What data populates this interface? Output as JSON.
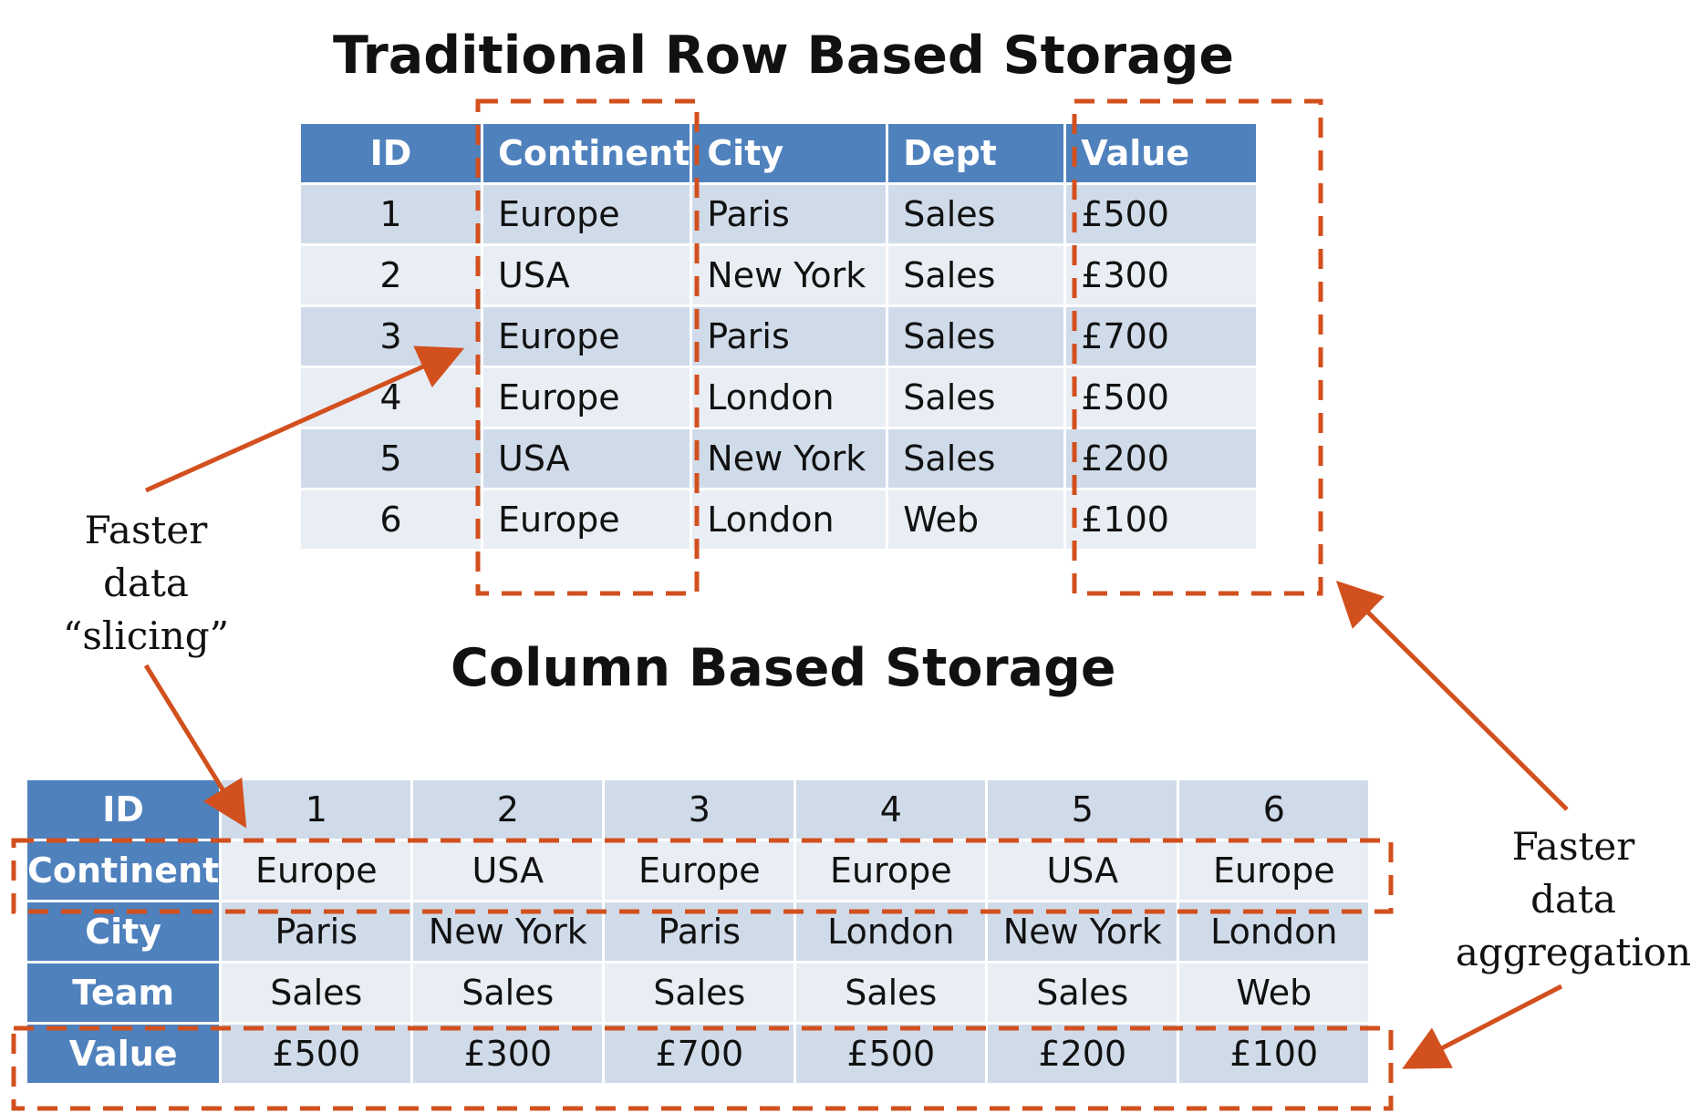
{
  "row_storage": {
    "title": "Traditional Row Based Storage",
    "headers": [
      "ID",
      "Continent",
      "City",
      "Dept",
      "Value"
    ],
    "rows": [
      [
        "1",
        "Europe",
        "Paris",
        "Sales",
        "£500"
      ],
      [
        "2",
        "USA",
        "New York",
        "Sales",
        "£300"
      ],
      [
        "3",
        "Europe",
        "Paris",
        "Sales",
        "£700"
      ],
      [
        "4",
        "Europe",
        "London",
        "Sales",
        "£500"
      ],
      [
        "5",
        "USA",
        "New York",
        "Sales",
        "£200"
      ],
      [
        "6",
        "Europe",
        "London",
        "Web",
        "£100"
      ]
    ]
  },
  "column_storage": {
    "title": "Column Based Storage",
    "rows": [
      {
        "label": "ID",
        "values": [
          "1",
          "2",
          "3",
          "4",
          "5",
          "6"
        ]
      },
      {
        "label": "Continent",
        "values": [
          "Europe",
          "USA",
          "Europe",
          "Europe",
          "USA",
          "Europe"
        ]
      },
      {
        "label": "City",
        "values": [
          "Paris",
          "New York",
          "Paris",
          "London",
          "New York",
          "London"
        ]
      },
      {
        "label": "Team",
        "values": [
          "Sales",
          "Sales",
          "Sales",
          "Sales",
          "Sales",
          "Web"
        ]
      },
      {
        "label": "Value",
        "values": [
          "£500",
          "£300",
          "£700",
          "£500",
          "£200",
          "£100"
        ]
      }
    ]
  },
  "annotations": {
    "slicing": [
      "Faster",
      "data",
      "“slicing”"
    ],
    "aggregation": [
      "Faster",
      "data",
      "aggregation"
    ]
  },
  "colors": {
    "header_blue": "#4f81bd",
    "row_dark": "#d0dbea",
    "row_light": "#e9edf4",
    "highlight": "#d2501e"
  }
}
